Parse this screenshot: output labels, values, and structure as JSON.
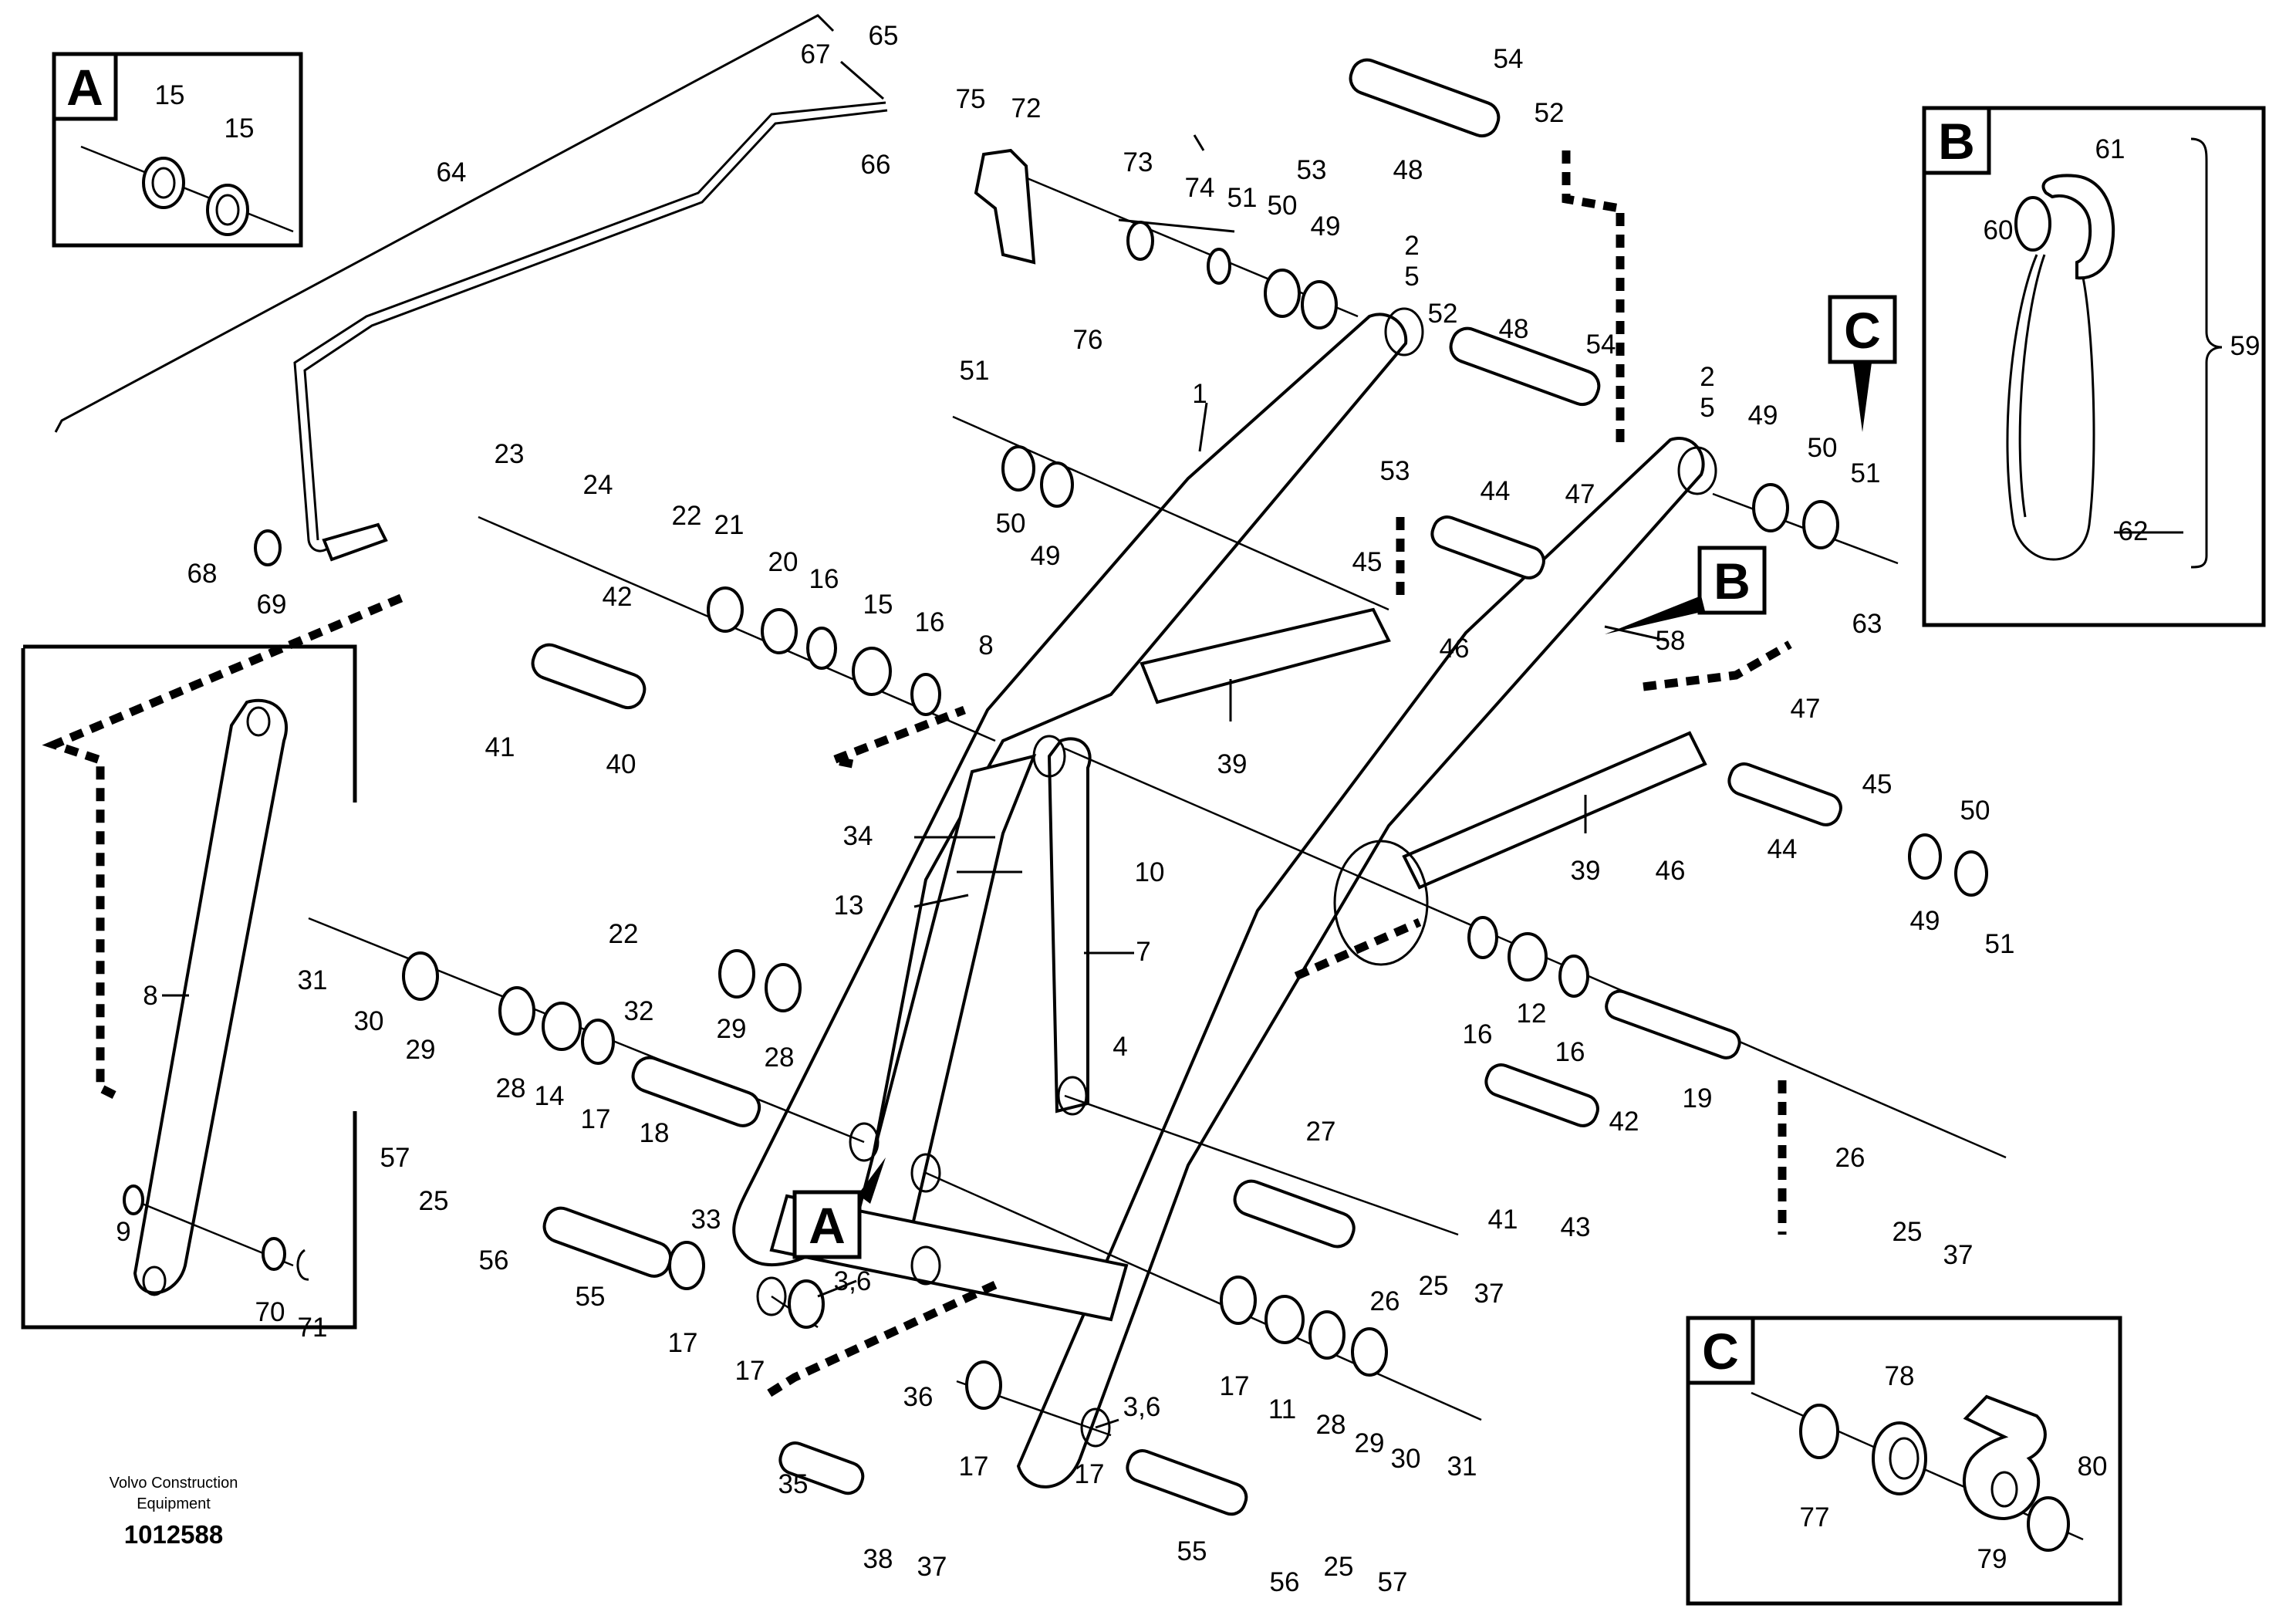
{
  "credit": {
    "line1": "Volvo Construction",
    "line2": "Equipment",
    "drawing_number": "1012588"
  },
  "insets": {
    "A": {
      "letter": "A"
    },
    "B": {
      "letter": "B"
    },
    "C": {
      "letter": "C"
    }
  },
  "callouts": {
    "marker_A": "A",
    "marker_B": "B",
    "marker_C": "C"
  },
  "part_labels": [
    "15",
    "15",
    "67",
    "65",
    "66",
    "64",
    "75",
    "72",
    "73",
    "74",
    "51",
    "50",
    "49",
    "76",
    "54",
    "53",
    "48",
    "52",
    "2",
    "5",
    "52",
    "48",
    "54",
    "53",
    "44",
    "47",
    "45",
    "46",
    "1",
    "51",
    "50",
    "49",
    "23",
    "24",
    "22",
    "21",
    "20",
    "16",
    "15",
    "16",
    "42",
    "41",
    "40",
    "8",
    "34",
    "13",
    "10",
    "7",
    "39",
    "2",
    "5",
    "49",
    "50",
    "51",
    "58",
    "63",
    "47",
    "45",
    "46",
    "44",
    "39",
    "50",
    "49",
    "51",
    "68",
    "69",
    "8",
    "9",
    "70",
    "71",
    "31",
    "30",
    "29",
    "22",
    "29",
    "28",
    "32",
    "28",
    "14",
    "17",
    "18",
    "33",
    "57",
    "25",
    "56",
    "55",
    "17",
    "3,6",
    "17",
    "4",
    "27",
    "26",
    "25",
    "37",
    "16",
    "12",
    "16",
    "42",
    "41",
    "43",
    "19",
    "26",
    "25",
    "37",
    "36",
    "35",
    "38",
    "37",
    "17",
    "17",
    "3,6",
    "55",
    "56",
    "25",
    "57",
    "17",
    "11",
    "28",
    "29",
    "30",
    "31",
    "61",
    "60",
    "59",
    "62",
    "78",
    "80",
    "77",
    "79"
  ]
}
